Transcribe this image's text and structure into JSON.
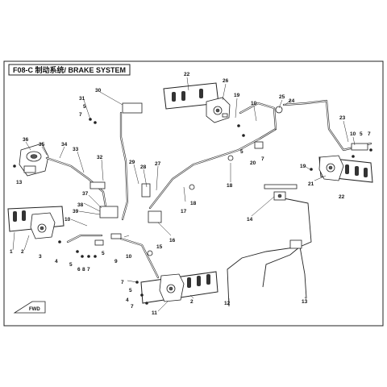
{
  "title": "F08-C 制动系统/ BRAKE SYSTEM",
  "fwd_label": "FWD",
  "callouts": [
    {
      "id": "c22a",
      "text": "22"
    },
    {
      "id": "c26",
      "text": "26"
    },
    {
      "id": "c19a",
      "text": "19"
    },
    {
      "id": "c10a",
      "text": "10"
    },
    {
      "id": "c25",
      "text": "25"
    },
    {
      "id": "c24",
      "text": "24"
    },
    {
      "id": "c23",
      "text": "23"
    },
    {
      "id": "c10b",
      "text": "10"
    },
    {
      "id": "c5a",
      "text": "5"
    },
    {
      "id": "c7a",
      "text": "7"
    },
    {
      "id": "c30",
      "text": "30"
    },
    {
      "id": "c31",
      "text": "31"
    },
    {
      "id": "c5b",
      "text": "5"
    },
    {
      "id": "c7b",
      "text": "7"
    },
    {
      "id": "c36",
      "text": "36"
    },
    {
      "id": "c35",
      "text": "35"
    },
    {
      "id": "c34",
      "text": "34"
    },
    {
      "id": "c33",
      "text": "33"
    },
    {
      "id": "c13a",
      "text": "13"
    },
    {
      "id": "c32",
      "text": "32"
    },
    {
      "id": "c29",
      "text": "29"
    },
    {
      "id": "c28",
      "text": "28"
    },
    {
      "id": "c27",
      "text": "27"
    },
    {
      "id": "c5c",
      "text": "5"
    },
    {
      "id": "c20",
      "text": "20"
    },
    {
      "id": "c7c",
      "text": "7"
    },
    {
      "id": "c18a",
      "text": "18"
    },
    {
      "id": "c18b",
      "text": "18"
    },
    {
      "id": "c17",
      "text": "17"
    },
    {
      "id": "c19b",
      "text": "19"
    },
    {
      "id": "c21",
      "text": "21"
    },
    {
      "id": "c22b",
      "text": "22"
    },
    {
      "id": "c37",
      "text": "37"
    },
    {
      "id": "c38",
      "text": "38"
    },
    {
      "id": "c39",
      "text": "39"
    },
    {
      "id": "c10c",
      "text": "10"
    },
    {
      "id": "c1",
      "text": "1"
    },
    {
      "id": "c2a",
      "text": "2"
    },
    {
      "id": "c3",
      "text": "3"
    },
    {
      "id": "c4a",
      "text": "4"
    },
    {
      "id": "c5d",
      "text": "5"
    },
    {
      "id": "c6",
      "text": "6"
    },
    {
      "id": "c8",
      "text": "8"
    },
    {
      "id": "c7d",
      "text": "7"
    },
    {
      "id": "c5e",
      "text": "5"
    },
    {
      "id": "c9",
      "text": "9"
    },
    {
      "id": "c10d",
      "text": "10"
    },
    {
      "id": "c15",
      "text": "15"
    },
    {
      "id": "c16",
      "text": "16"
    },
    {
      "id": "c14",
      "text": "14"
    },
    {
      "id": "c7e",
      "text": "7"
    },
    {
      "id": "c5f",
      "text": "5"
    },
    {
      "id": "c4b",
      "text": "4"
    },
    {
      "id": "c7f",
      "text": "7"
    },
    {
      "id": "c11",
      "text": "11"
    },
    {
      "id": "c2b",
      "text": "2"
    },
    {
      "id": "c12",
      "text": "12"
    },
    {
      "id": "c13b",
      "text": "13"
    }
  ]
}
